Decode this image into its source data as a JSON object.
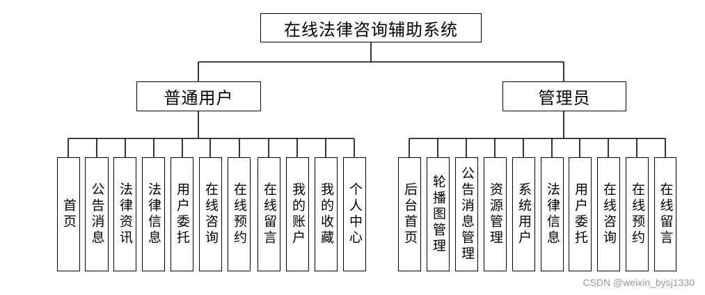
{
  "diagram": {
    "root": "在线法律咨询辅助系统",
    "branches": [
      {
        "label": "普通用户",
        "leaves": [
          "首页",
          "公告消息",
          "法律资讯",
          "法律信息",
          "用户委托",
          "在线咨询",
          "在线预约",
          "在线留言",
          "我的账户",
          "我的收藏",
          "个人中心"
        ]
      },
      {
        "label": "管理员",
        "leaves": [
          "后台首页",
          "轮播图管理",
          "公告消息管理",
          "资源管理",
          "系统用户",
          "法律信息",
          "用户委托",
          "在线咨询",
          "在线预约",
          "在线留言"
        ]
      }
    ]
  },
  "watermark": "CSDN @weixin_bysj1330"
}
